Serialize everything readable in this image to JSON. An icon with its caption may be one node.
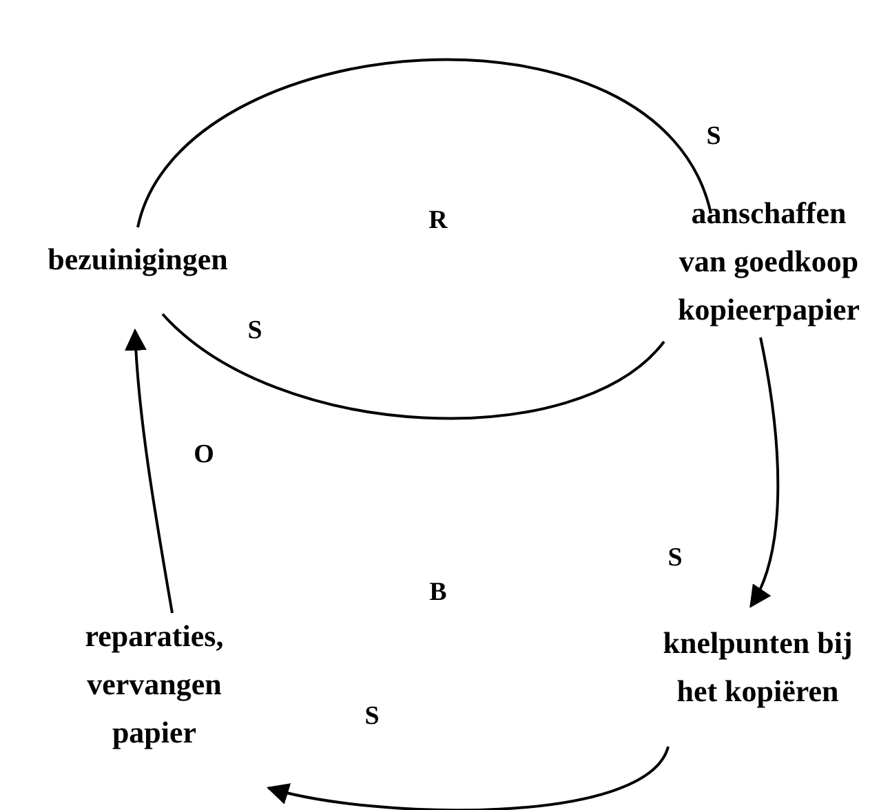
{
  "diagram": {
    "nodes": [
      {
        "text": [
          "bezuinigingen"
        ]
      },
      {
        "text": [
          "aanschaffen van goedkoop kopieerpapier"
        ]
      },
      {
        "text": [
          "knelpunten bij het kopiëren"
        ]
      },
      {
        "text": [
          "reparaties, vervangen papier"
        ]
      }
    ],
    "edges": [
      {
        "from": 0,
        "to": 1,
        "arrow": "none",
        "label": "S"
      },
      {
        "from": 1,
        "to": 0,
        "arrow": "none",
        "label": "S"
      },
      {
        "from": 1,
        "to": 2,
        "arrow": "to",
        "label": "S"
      },
      {
        "from": 2,
        "to": 3,
        "arrow": "to",
        "label": "S"
      },
      {
        "from": 3,
        "to": 0,
        "arrow": "to",
        "label": "O"
      }
    ],
    "labels": [
      "R",
      "B"
    ]
  }
}
